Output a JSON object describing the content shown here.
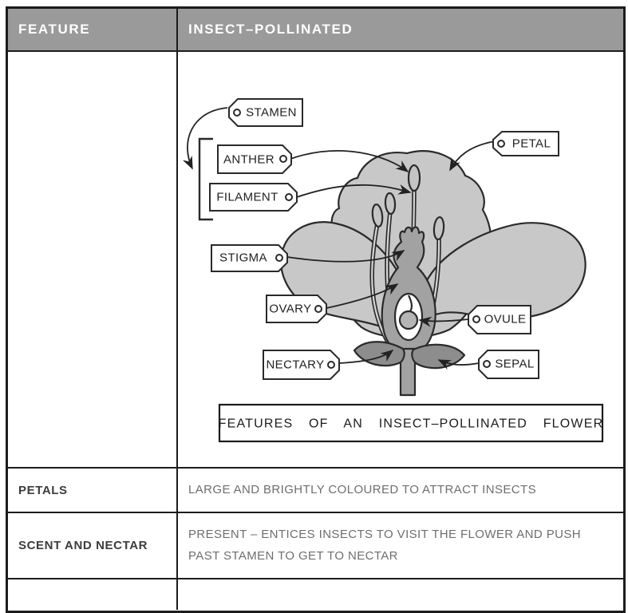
{
  "header": {
    "feature": "FEATURE",
    "pollinated": "INSECT–POLLINATED"
  },
  "diagram": {
    "caption": "FEATURES  OF  AN  INSECT–POLLINATED  FLOWER",
    "labels": {
      "stamen": "STAMEN",
      "anther": "ANTHER",
      "filament": "FILAMENT",
      "petal": "PETAL",
      "stigma": "STIGMA",
      "ovary": "OVARY",
      "ovule": "OVULE",
      "nectary": "NECTARY",
      "sepal": "SEPAL"
    }
  },
  "rows": [
    {
      "feature": "PETALS",
      "description": "LARGE AND BRIGHTLY COLOURED TO ATTRACT INSECTS"
    },
    {
      "feature": "SCENT AND NECTAR",
      "description": "PRESENT – ENTICES INSECTS TO VISIT THE FLOWER AND PUSH PAST STAMEN TO GET TO NECTAR"
    }
  ],
  "colors": {
    "header_bg": "#9a9a9a",
    "petal_fill": "#c8c8c8",
    "pistil_fill": "#a2a2a2",
    "sepal_fill": "#8d8d8d",
    "outline": "#2a2a2a",
    "header_text": "#ffffff",
    "body_text": "#6e6e6e"
  }
}
